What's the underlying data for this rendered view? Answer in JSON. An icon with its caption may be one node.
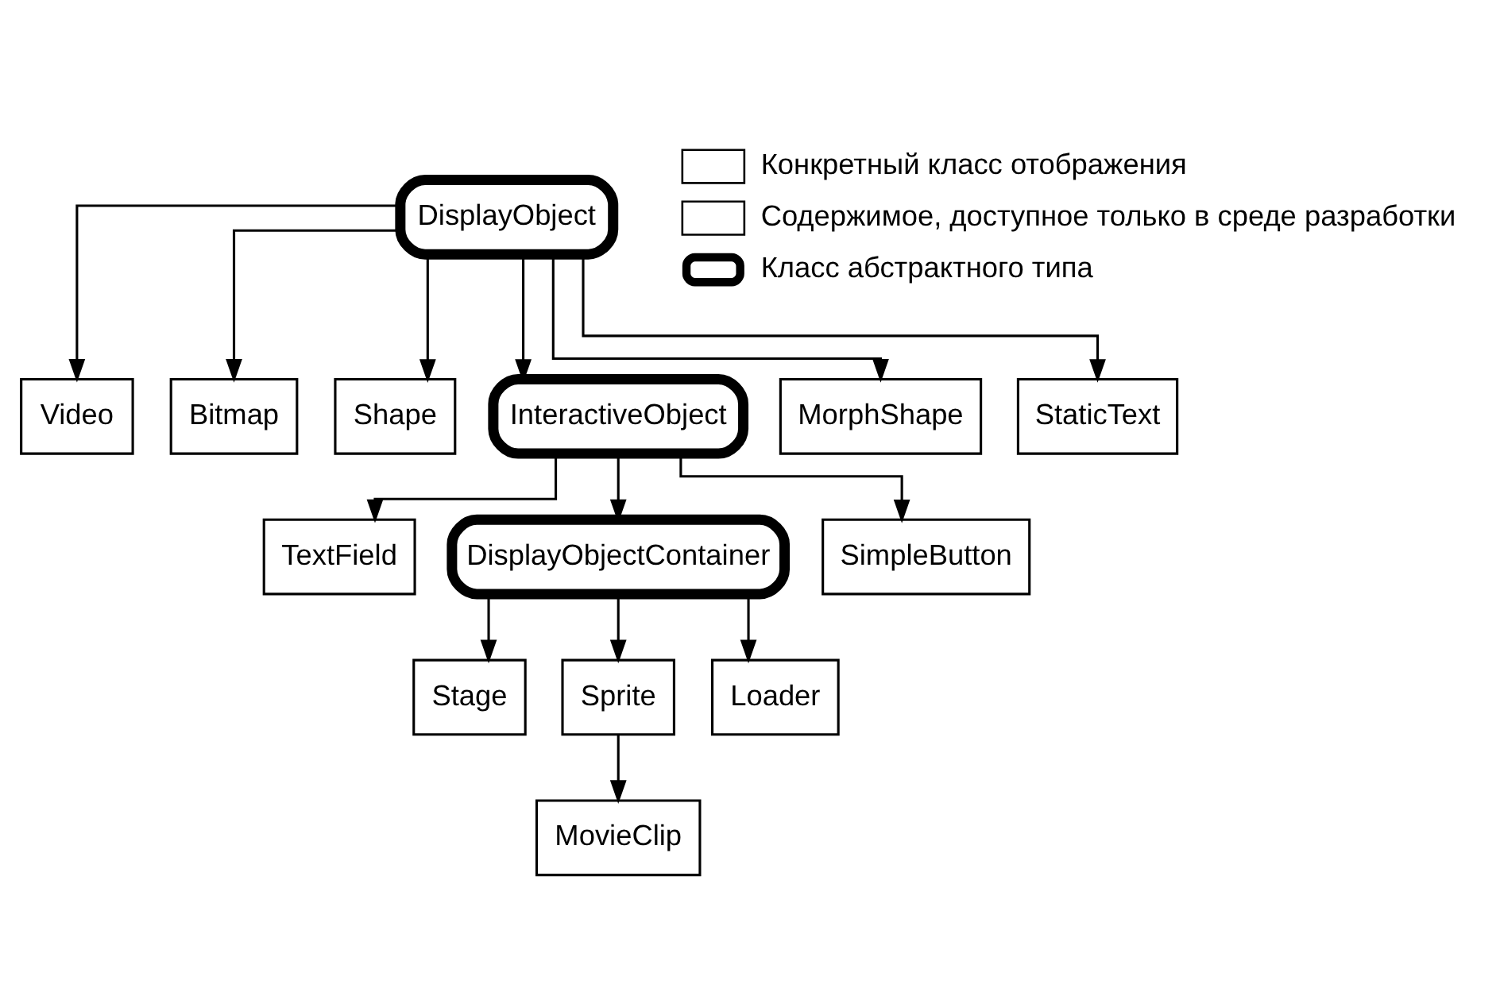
{
  "diagram": {
    "nodes": [
      {
        "text": [
          "DisplayObject"
        ]
      },
      {
        "text": [
          "Video"
        ]
      },
      {
        "text": [
          "Bitmap"
        ]
      },
      {
        "text": [
          "Shape"
        ]
      },
      {
        "text": [
          "InteractiveObject"
        ]
      },
      {
        "text": [
          "MorphShape"
        ]
      },
      {
        "text": [
          "StaticText"
        ]
      },
      {
        "text": [
          "TextField"
        ]
      },
      {
        "text": [
          "DisplayObjectContainer"
        ]
      },
      {
        "text": [
          "SimpleButton"
        ]
      },
      {
        "text": [
          "Stage"
        ]
      },
      {
        "text": [
          "Sprite"
        ]
      },
      {
        "text": [
          "Loader"
        ]
      },
      {
        "text": [
          "MovieClip"
        ]
      }
    ],
    "edges": [
      {
        "from": 0,
        "to": 1,
        "arrow": "to"
      },
      {
        "from": 0,
        "to": 2,
        "arrow": "to"
      },
      {
        "from": 0,
        "to": 3,
        "arrow": "to"
      },
      {
        "from": 0,
        "to": 4,
        "arrow": "to"
      },
      {
        "from": 0,
        "to": 5,
        "arrow": "to"
      },
      {
        "from": 0,
        "to": 6,
        "arrow": "to"
      },
      {
        "from": 4,
        "to": 7,
        "arrow": "to"
      },
      {
        "from": 4,
        "to": 8,
        "arrow": "to"
      },
      {
        "from": 4,
        "to": 9,
        "arrow": "to"
      },
      {
        "from": 8,
        "to": 10,
        "arrow": "to"
      },
      {
        "from": 8,
        "to": 11,
        "arrow": "to"
      },
      {
        "from": 8,
        "to": 12,
        "arrow": "to"
      },
      {
        "from": 11,
        "to": 13,
        "arrow": "to"
      }
    ],
    "legend": [
      {
        "text": "Конкретный класс отображения"
      },
      {
        "text": "Содержимое, доступное только в среде разработки"
      },
      {
        "text": "Класс абстрактного типа"
      }
    ]
  }
}
